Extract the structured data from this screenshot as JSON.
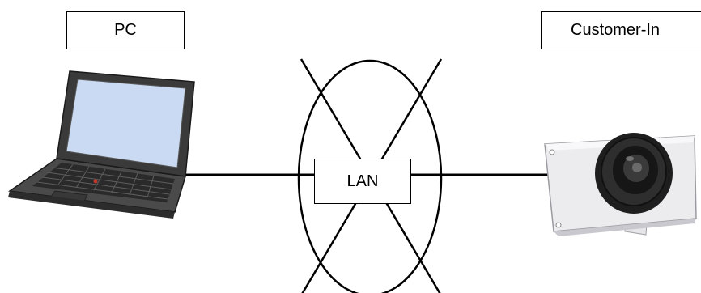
{
  "nodes": {
    "pc": {
      "label": "PC",
      "icon": "laptop-icon"
    },
    "customer_in": {
      "label": "Customer-In",
      "icon": "camera-sensor-icon"
    },
    "lan": {
      "label": "LAN",
      "icon": "network-ellipse-icon"
    }
  },
  "links": [
    {
      "from": "pc",
      "to": "lan"
    },
    {
      "from": "lan",
      "to": "customer_in"
    }
  ],
  "lan_crossed_out": true,
  "colors": {
    "stroke": "#000000",
    "background": "#ffffff",
    "screen": "#c9daf2",
    "laptop_body": "#3a3a3a",
    "camera_body": "#ececef"
  }
}
